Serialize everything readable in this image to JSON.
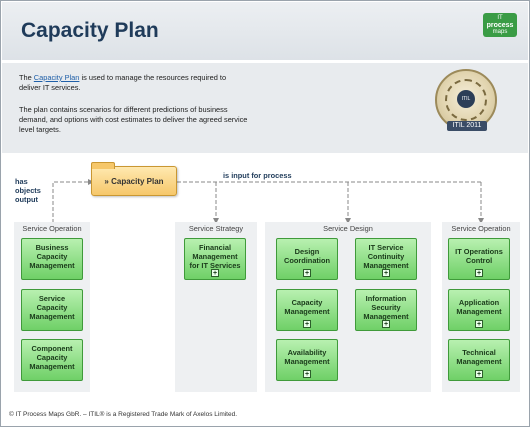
{
  "header": {
    "title": "Capacity Plan",
    "logo_line1": "IT",
    "logo_line2": "process",
    "logo_line3": "maps"
  },
  "intro": {
    "p1_pre": "The ",
    "p1_link": "Capacity Plan",
    "p1_post": " is used to manage the resources required to deliver IT services.",
    "p2": "The plan contains scenarios for different predictions of business demand, and options with cost estimates to deliver the agreed service level targets."
  },
  "badge": {
    "core_text": "ITIL",
    "label": "ITIL 2011"
  },
  "diagram": {
    "has_objects_output": "has\nobjects\noutput",
    "input_for_process": "is input for process",
    "main_object": "» Capacity Plan"
  },
  "groups": {
    "service_operation_left": {
      "label": "Service Operation",
      "items": [
        "Business Capacity Management",
        "Service Capacity Management",
        "Component Capacity Management"
      ]
    },
    "service_strategy": {
      "label": "Service Strategy",
      "items": [
        "Financial Management for IT Services"
      ]
    },
    "service_design": {
      "label": "Service Design",
      "items": [
        "Design Coordination",
        "IT Service Continuity Management",
        "Capacity Management",
        "Information Security Management",
        "Availability Management"
      ]
    },
    "service_operation_right": {
      "label": "Service Operation",
      "items": [
        "IT Operations Control",
        "Application Management",
        "Technical Management"
      ]
    }
  },
  "plus_symbol": "+",
  "footer": "© IT Process Maps GbR. – ITIL® is a Registered Trade Mark of Axelos Limited.",
  "colors": {
    "title": "#1f3b5a",
    "process_fill": "#6fd067",
    "object_fill": "#f6c76a",
    "arrow": "#888888"
  }
}
